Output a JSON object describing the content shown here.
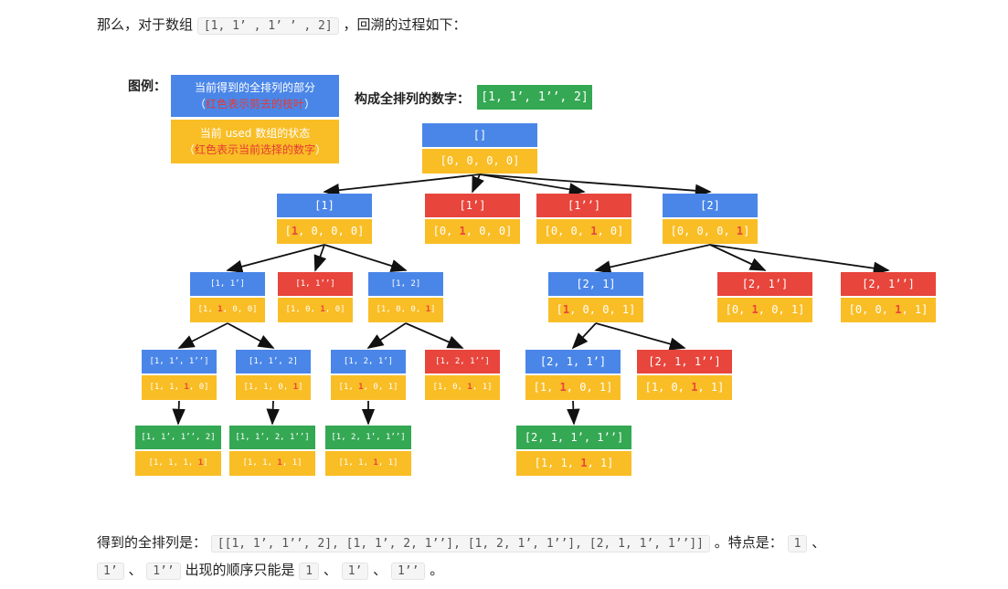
{
  "intro": {
    "prefix": "那么，对于数组",
    "array": "[1, 1’ , 1’ ’ , 2]",
    "suffix": "，回溯的过程如下："
  },
  "legend": {
    "title": "图例：",
    "blue_line1": "当前得到的全排列的部分",
    "blue_line2_open": "（",
    "blue_line2_red": "红色表示剪去的枝叶",
    "blue_line2_close": "）",
    "yellow_line1": "当前 used 数组的状态",
    "yellow_line2_open": "（",
    "yellow_line2_red": "红色表示当前选择的数字",
    "yellow_line2_close": "）"
  },
  "digits": {
    "label": "构成全排列的数字：",
    "value": "[1, 1’, 1’’, 2]"
  },
  "colors": {
    "blue": "#4a86e8",
    "red": "#e8453c",
    "green": "#34a853",
    "yellow": "#f9bd25"
  },
  "nodes": [
    {
      "id": "root",
      "perm": "[]",
      "used": [
        "0",
        "0",
        "0",
        "0"
      ],
      "hl": -1,
      "color": "blue"
    },
    {
      "id": "n1",
      "perm": "[1]",
      "used": [
        "1",
        "0",
        "0",
        "0"
      ],
      "hl": 0,
      "color": "blue"
    },
    {
      "id": "n1p",
      "perm": "[1’]",
      "used": [
        "0",
        "1",
        "0",
        "0"
      ],
      "hl": 1,
      "color": "red"
    },
    {
      "id": "n1pp",
      "perm": "[1’’]",
      "used": [
        "0",
        "0",
        "1",
        "0"
      ],
      "hl": 2,
      "color": "red"
    },
    {
      "id": "n2",
      "perm": "[2]",
      "used": [
        "0",
        "0",
        "0",
        "1"
      ],
      "hl": 3,
      "color": "blue"
    },
    {
      "id": "n11p",
      "perm": "[1, 1’]",
      "used": [
        "1",
        "1",
        "0",
        "0"
      ],
      "hl": 1,
      "color": "blue"
    },
    {
      "id": "n11pp",
      "perm": "[1, 1’’]",
      "used": [
        "1",
        "0",
        "1",
        "0"
      ],
      "hl": 2,
      "color": "red"
    },
    {
      "id": "n12",
      "perm": "[1, 2]",
      "used": [
        "1",
        "0",
        "0",
        "1"
      ],
      "hl": 3,
      "color": "blue"
    },
    {
      "id": "n21",
      "perm": "[2, 1]",
      "used": [
        "1",
        "0",
        "0",
        "1"
      ],
      "hl": 0,
      "color": "blue"
    },
    {
      "id": "n21p",
      "perm": "[2, 1’]",
      "used": [
        "0",
        "1",
        "0",
        "1"
      ],
      "hl": 1,
      "color": "red"
    },
    {
      "id": "n21pp",
      "perm": "[2, 1’’]",
      "used": [
        "0",
        "0",
        "1",
        "1"
      ],
      "hl": 2,
      "color": "red"
    },
    {
      "id": "n11p1pp",
      "perm": "[1, 1’, 1’’]",
      "used": [
        "1",
        "1",
        "1",
        "0"
      ],
      "hl": 2,
      "color": "blue"
    },
    {
      "id": "n11p2",
      "perm": "[1, 1’, 2]",
      "used": [
        "1",
        "1",
        "0",
        "1"
      ],
      "hl": 3,
      "color": "blue"
    },
    {
      "id": "n121p",
      "perm": "[1, 2, 1’]",
      "used": [
        "1",
        "1",
        "0",
        "1"
      ],
      "hl": 1,
      "color": "blue"
    },
    {
      "id": "n121pp",
      "perm": "[1, 2, 1’’]",
      "used": [
        "1",
        "0",
        "1",
        "1"
      ],
      "hl": 2,
      "color": "red"
    },
    {
      "id": "n211p",
      "perm": "[2, 1, 1’]",
      "used": [
        "1",
        "1",
        "0",
        "1"
      ],
      "hl": 1,
      "color": "blue"
    },
    {
      "id": "n211pp",
      "perm": "[2, 1, 1’’]",
      "used": [
        "1",
        "0",
        "1",
        "1"
      ],
      "hl": 2,
      "color": "red"
    },
    {
      "id": "l1",
      "perm": "[1, 1’, 1’’, 2]",
      "used": [
        "1",
        "1",
        "1",
        "1"
      ],
      "hl": 3,
      "color": "green"
    },
    {
      "id": "l2",
      "perm": "[1, 1’, 2, 1’’]",
      "used": [
        "1",
        "1",
        "1",
        "1"
      ],
      "hl": 2,
      "color": "green"
    },
    {
      "id": "l3",
      "perm": "[1, 2, 1’, 1’’]",
      "used": [
        "1",
        "1",
        "1",
        "1"
      ],
      "hl": 2,
      "color": "green"
    },
    {
      "id": "l4",
      "perm": "[2, 1, 1’, 1’’]",
      "used": [
        "1",
        "1",
        "1",
        "1"
      ],
      "hl": 2,
      "color": "green"
    }
  ],
  "edges": [
    [
      "root",
      "n1"
    ],
    [
      "root",
      "n1p"
    ],
    [
      "root",
      "n1pp"
    ],
    [
      "root",
      "n2"
    ],
    [
      "n1",
      "n11p"
    ],
    [
      "n1",
      "n11pp"
    ],
    [
      "n1",
      "n12"
    ],
    [
      "n2",
      "n21"
    ],
    [
      "n2",
      "n21p"
    ],
    [
      "n2",
      "n21pp"
    ],
    [
      "n11p",
      "n11p1pp"
    ],
    [
      "n11p",
      "n11p2"
    ],
    [
      "n12",
      "n121p"
    ],
    [
      "n12",
      "n121pp"
    ],
    [
      "n21",
      "n211p"
    ],
    [
      "n21",
      "n211pp"
    ],
    [
      "n11p1pp",
      "l1"
    ],
    [
      "n11p2",
      "l2"
    ],
    [
      "n121p",
      "l3"
    ],
    [
      "n211p",
      "l4"
    ]
  ],
  "result": {
    "prefix": "得到的全排列是：",
    "value": "[[1, 1’, 1’’, 2], [1, 1’, 2, 1’’], [1, 2, 1’, 1’’], [2, 1, 1’, 1’’]]",
    "mid": "。特点是：",
    "c1": "1",
    "sep1": "、",
    "c2": "1’",
    "sep2": "、",
    "c3": "1’’",
    "mid2": "出现的顺序只能是",
    "d1": "1",
    "sep3": "、",
    "d2": "1’",
    "sep4": "、",
    "d3": "1’’",
    "end": "。"
  }
}
